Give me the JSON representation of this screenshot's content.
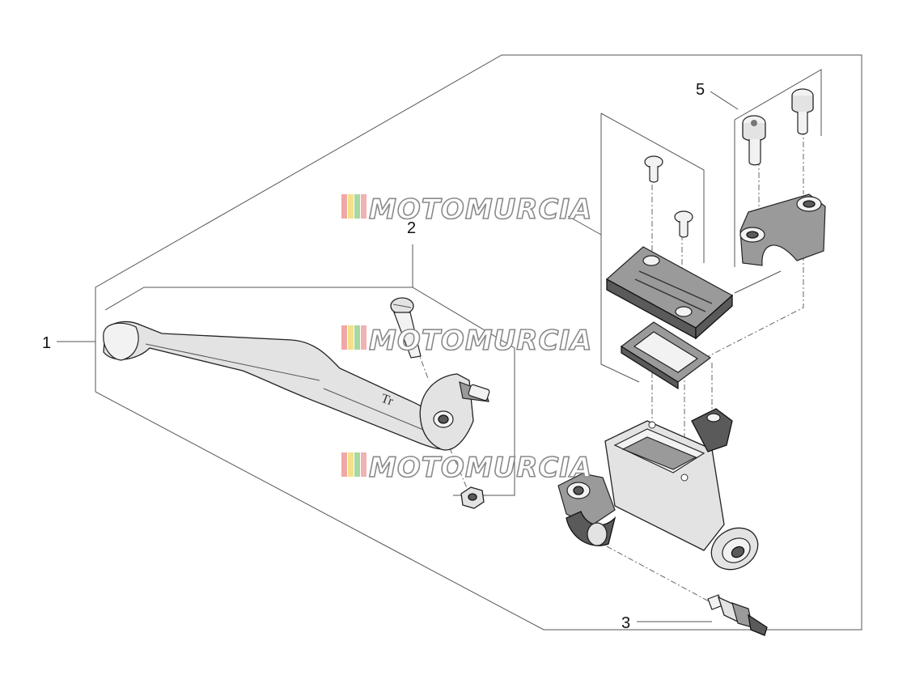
{
  "callouts": {
    "c1": "1",
    "c2": "2",
    "c3": "3",
    "c5": "5"
  },
  "watermark": {
    "text": "MOTOMURCIA",
    "flag_colors": [
      "#f2a7a7",
      "#f3e08a",
      "#a6d8a0",
      "#f0b2b2",
      "#f3e08a"
    ]
  },
  "label_sticker": {
    "logo": "Tr"
  }
}
